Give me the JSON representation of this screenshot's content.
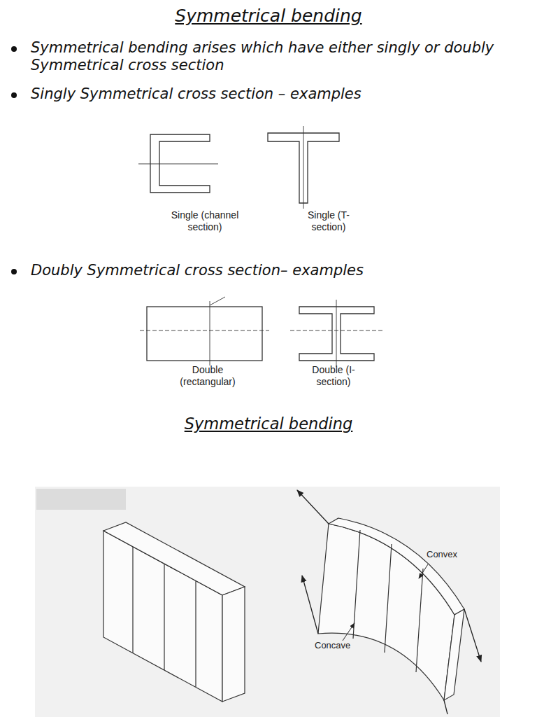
{
  "diagram": {
    "title": "Symmetrical bending",
    "labels": [
      "Symmetrical bending arises which have either singly or doubly Symmetrical cross section",
      "Singly Symmetrical cross section – examples",
      "Single (channel section)",
      "Single (T-section)",
      "Doubly Symmetrical cross section– examples",
      "Double (rectangular)",
      "Double (I-section)",
      "Symmetrical bending",
      "Convex",
      "Concave"
    ]
  }
}
